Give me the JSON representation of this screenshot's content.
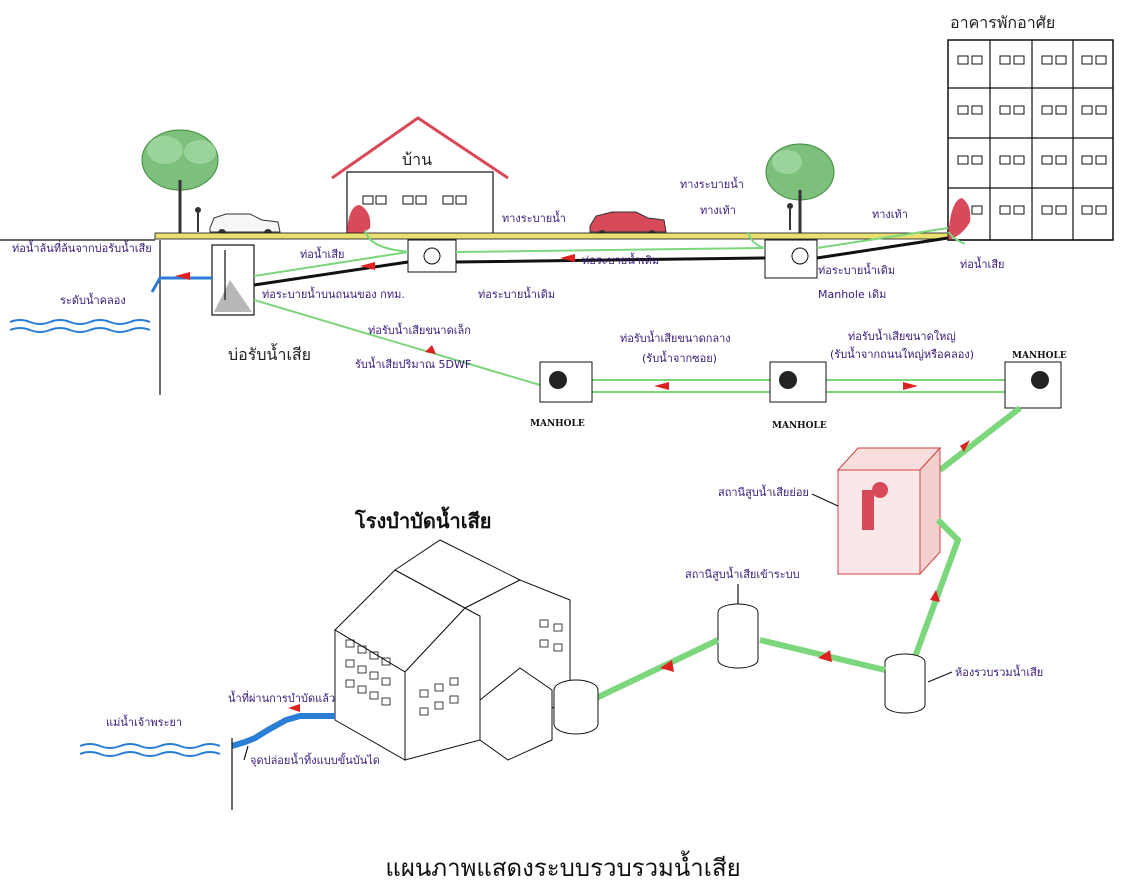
{
  "labels": {
    "building": "อาคารพักอาศัย",
    "house": "บ้าน",
    "overflow_pipe": "ท่อน้ำล้นที่ล้นจากบ่อรับน้ำเสีย",
    "canal_level": "ระดับน้ำคลอง",
    "wastewater_pipe_house": "ท่อน้ำเสีย",
    "drain_channel_1": "ทางระบายน้ำ",
    "drain_channel_2": "ทางระบายน้ำ",
    "footpath_1": "ทางเท้า",
    "footpath_2": "ทางเท้า",
    "existing_drain_pipe_road": "ท่อระบายน้ำเดิม",
    "road_drain_bma": "ท่อระบายน้ำบนถนนของ กทม.",
    "existing_drain_pipe_1": "ท่อระบายน้ำเดิม",
    "existing_drain_pipe_2": "ท่อระบายน้ำเดิม",
    "existing_manhole": "Manhole เดิม",
    "wastewater_pipe_building": "ท่อน้ำเสีย",
    "interceptor_well": "บ่อรับน้ำเสีย",
    "small_pipe": "ท่อรับน้ำเสียขนาดเล็ก",
    "small_pipe_capacity": "รับน้ำเสียปริมาณ 5DWF",
    "medium_pipe": "ท่อรับน้ำเสียขนาดกลาง",
    "medium_pipe_sub": "(รับน้ำจากซอย)",
    "large_pipe": "ท่อรับน้ำเสียขนาดใหญ่",
    "large_pipe_sub": "(รับน้ำจากถนนใหญ่หรือคลอง)",
    "manhole_1": "MANHOLE",
    "manhole_2": "MANHOLE",
    "manhole_3": "MANHOLE",
    "lift_station": "สถานีสูบน้ำเสียย่อย",
    "treatment_plant": "โรงบำบัดน้ำเสีย",
    "inlet_pump_station": "สถานีสูบน้ำเสียเข้าระบบ",
    "collection_chamber": "ห้องรวบรวมน้ำเสีย",
    "treated_water": "น้ำที่ผ่านการบำบัดแล้ว",
    "river": "แม่น้ำเจ้าพระยา",
    "step_outfall": "จุดปล่อยน้ำทิ้งแบบขั้นบันได"
  },
  "caption": "แผนภาพแสดงระบบรวบรวมน้ำเสีย",
  "colors": {
    "pipe": "#7cd67c",
    "arrow": "#dd2222",
    "ground": "#e8e070",
    "roof": "#d84a5a",
    "car": "#d84a5a",
    "water": "#2a7ed6",
    "label": "#3a1a7a"
  }
}
